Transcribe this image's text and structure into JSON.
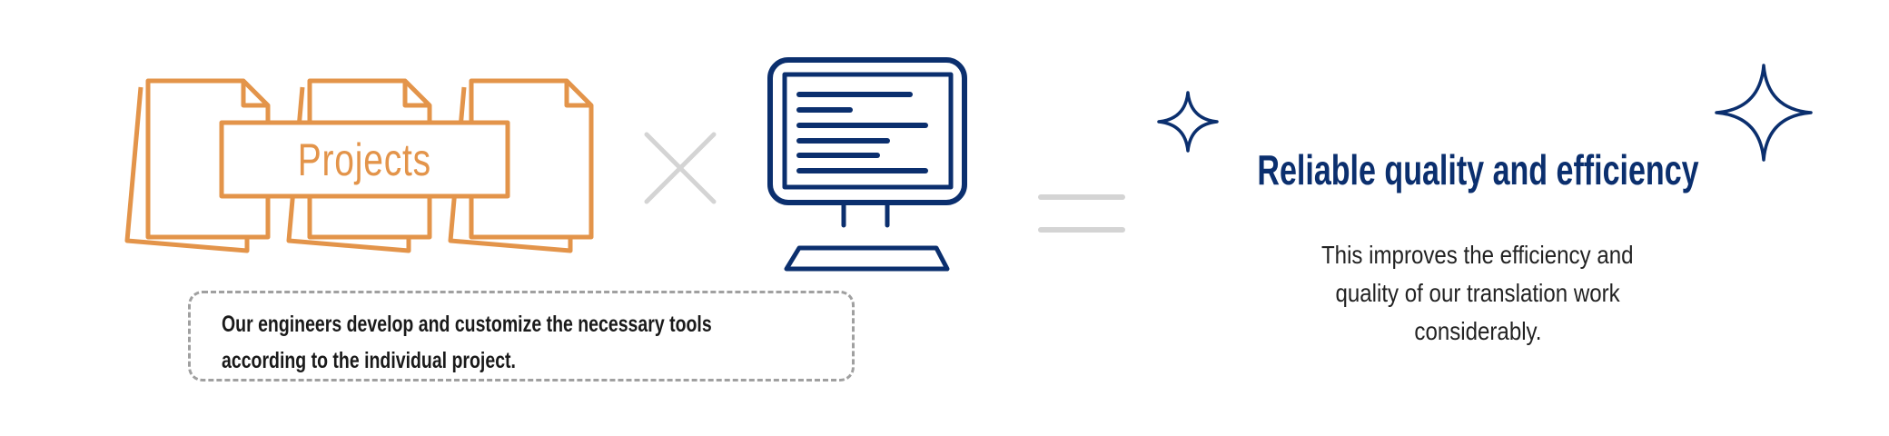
{
  "projects_label": "Projects",
  "note": {
    "lines": [
      "Our engineers develop and customize the necessary tools",
      "according to the individual project."
    ]
  },
  "result": {
    "title": "Reliable quality and efficiency",
    "body_lines": [
      "This improves the efficiency and",
      "quality of our translation work",
      "considerably."
    ]
  },
  "icons": [
    "document-stack-icon",
    "multiply-icon",
    "computer-monitor-icon",
    "equals-icon",
    "sparkle-icon"
  ],
  "colors": {
    "orange": "#e3944a",
    "navy": "#0b2f6e",
    "gray": "#d4d4d4",
    "dashed": "#a0a0a0"
  }
}
